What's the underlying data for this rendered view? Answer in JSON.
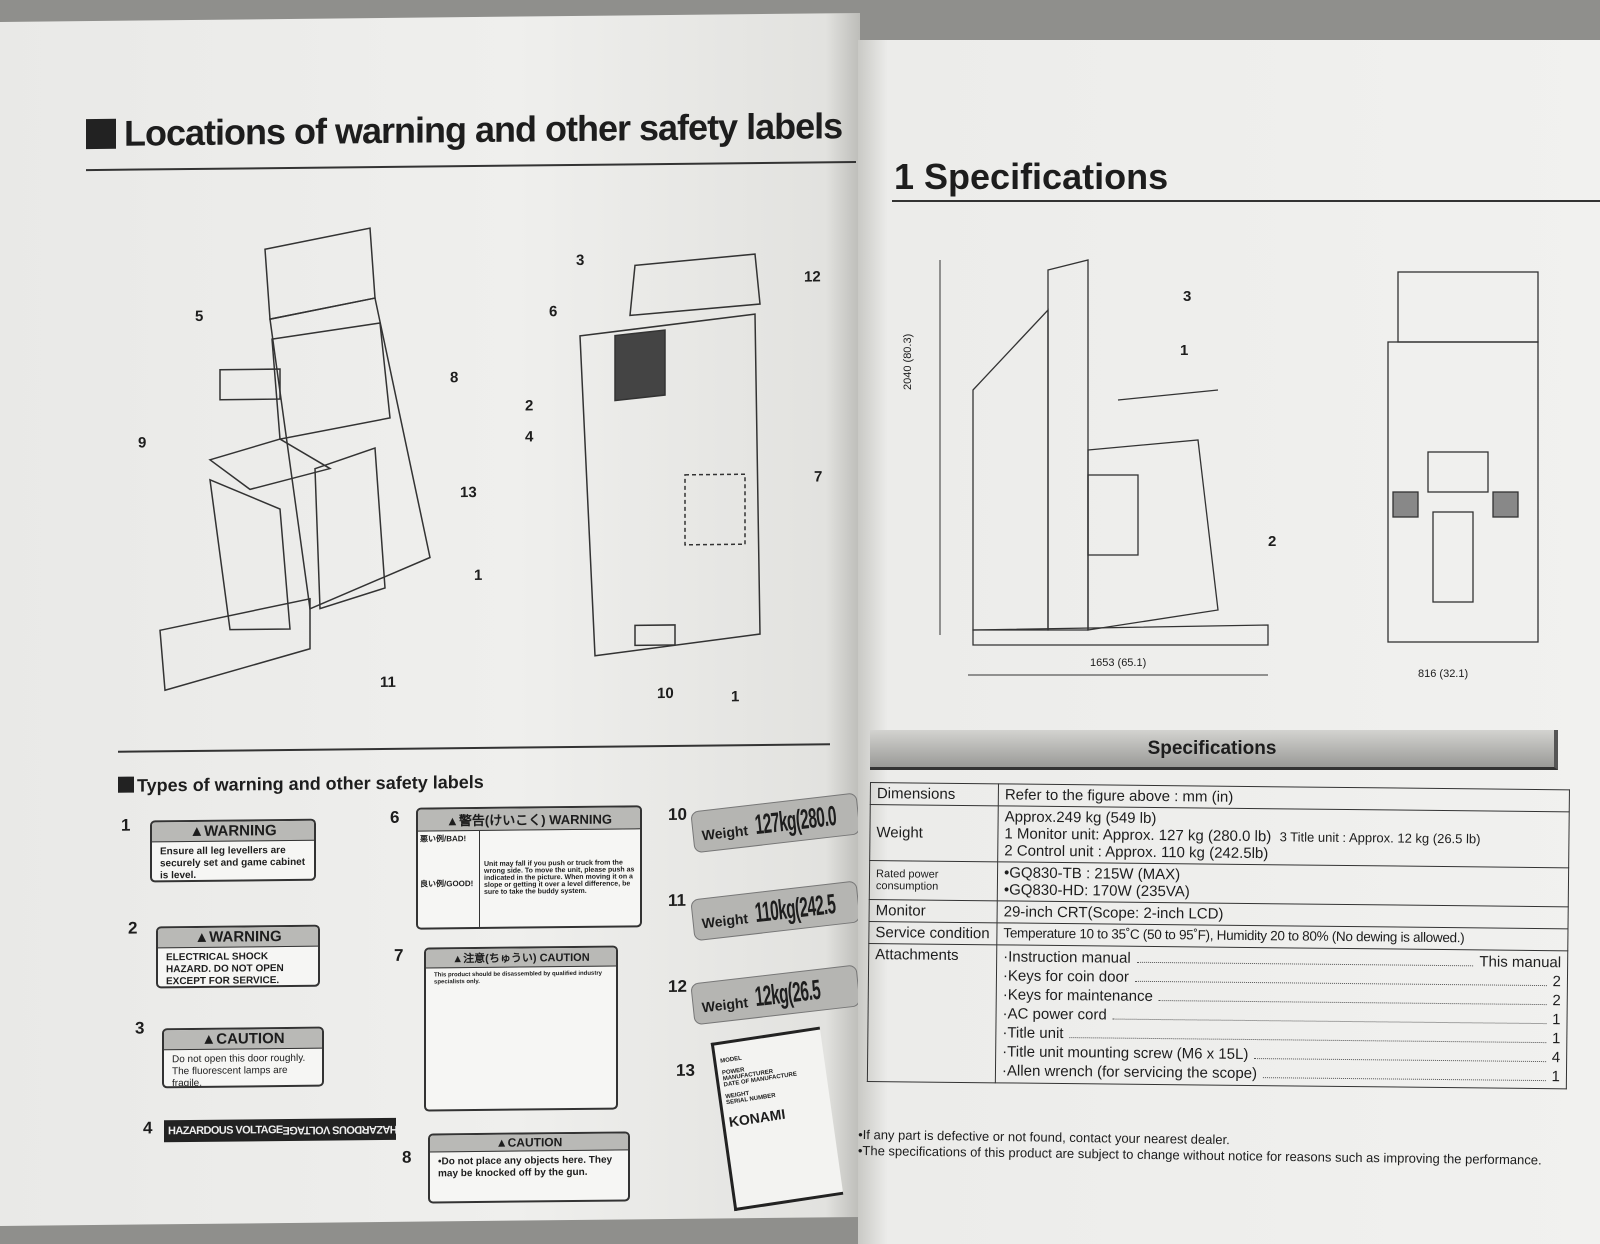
{
  "left_page": {
    "title": "Locations of warning and other safety labels",
    "fig_a_callouts": [
      "5",
      "8",
      "9",
      "13",
      "1",
      "11"
    ],
    "fig_b_callouts": [
      "3",
      "12",
      "6",
      "2",
      "4",
      "7",
      "10",
      "1"
    ],
    "subtitle": "Types of warning and other safety labels",
    "labels": [
      {
        "num": "1",
        "header": "WARNING",
        "body": "Ensure all leg levellers are securely set and game cabinet is level."
      },
      {
        "num": "2",
        "header": "WARNING",
        "body": "ELECTRICAL SHOCK HAZARD. DO NOT OPEN EXCEPT FOR SERVICE."
      },
      {
        "num": "3",
        "header": "CAUTION",
        "body": "Do not open this door roughly. The fluorescent lamps are fragile."
      },
      {
        "num": "4",
        "header": "HAZARDOUS VOLTAGE",
        "body": "HAZARDOUS VOLTAGE"
      },
      {
        "num": "6",
        "header": "警告(けいこく) WARNING",
        "bad": "悪い例/BAD!",
        "good": "良い例/GOOD!",
        "body": "Unit may fall if you push or truck from the wrong side. To move the unit, please push as indicated in the picture. When moving it on a slope or getting it over a level difference, be sure to take the buddy system."
      },
      {
        "num": "7",
        "header": "注意(ちゅうい) CAUTION",
        "body": "This product should be disassembled by qualified industry specialists only."
      },
      {
        "num": "8",
        "header": "CAUTION",
        "body": "•Do not place any objects here. They may be knocked off by the gun."
      },
      {
        "num": "10",
        "word": "Weight",
        "value": "127kg(280.0"
      },
      {
        "num": "11",
        "word": "Weight",
        "value": "110kg(242.5"
      },
      {
        "num": "12",
        "word": "Weight",
        "value": "12kg(26.5"
      },
      {
        "num": "13",
        "fields": [
          "MODEL",
          "POWER",
          "MANUFACTURER",
          "DATE OF MANUFACTURE",
          "WEIGHT",
          "SERIAL NUMBER"
        ],
        "brand": "KONAMI"
      }
    ]
  },
  "right_page": {
    "title": "1 Specifications",
    "callouts": [
      "3",
      "1",
      "2"
    ],
    "dim_height": "2040 (80.3)",
    "dim_depth": "1653 (65.1)",
    "dim_width": "816 (32.1)",
    "table_title": "Specifications",
    "rows": {
      "dimensions": {
        "k": "Dimensions",
        "v": "Refer to the figure above : mm (in)"
      },
      "weight": {
        "k": "Weight",
        "v1": "Approx.249 kg (549 lb)",
        "v2": "1 Monitor unit: Approx. 127 kg (280.0 lb)",
        "v3": "3 Title unit : Approx. 12 kg (26.5 lb)",
        "v4": "2 Control unit : Approx. 110 kg (242.5lb)"
      },
      "power": {
        "k": "Rated power consumption",
        "v1": "•GQ830-TB : 215W (MAX)",
        "v2": "•GQ830-HD: 170W (235VA)"
      },
      "monitor": {
        "k": "Monitor",
        "v": "29-inch CRT(Scope: 2-inch LCD)"
      },
      "service": {
        "k": "Service condition",
        "v": "Temperature 10 to 35˚C (50 to 95˚F), Humidity 20 to 80% (No dewing is allowed.)"
      },
      "attachments": {
        "k": "Attachments",
        "items": [
          {
            "name": "·Instruction manual",
            "qty": "This manual"
          },
          {
            "name": "·Keys for coin door",
            "qty": "2"
          },
          {
            "name": "·Keys for maintenance",
            "qty": "2"
          },
          {
            "name": "·AC power cord",
            "qty": "1"
          },
          {
            "name": "·Title unit",
            "qty": "1"
          },
          {
            "name": "·Title unit mounting screw (M6 x 15L)",
            "qty": "4"
          },
          {
            "name": "·Allen wrench (for servicing the scope)",
            "qty": "1"
          }
        ]
      }
    },
    "notes": [
      "•If any part is defective or not found, contact your nearest dealer.",
      "•The specifications of this product are subject to change without notice for reasons such as improving the performance."
    ]
  }
}
